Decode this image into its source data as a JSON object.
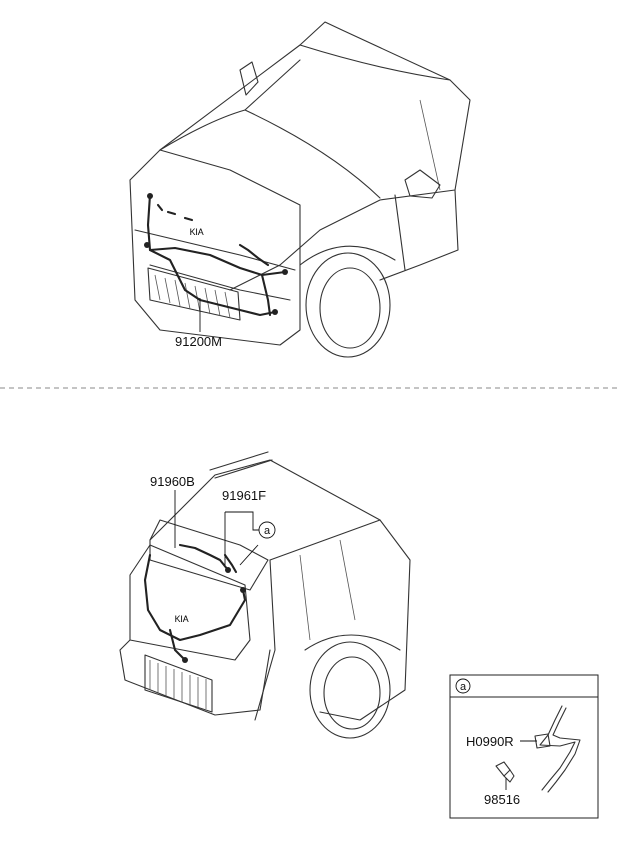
{
  "parts": {
    "front_harness": "91200M",
    "tailgate_harness": "91960B",
    "tailgate_extension": "91961F",
    "grommet": "H0990R",
    "clip": "98516"
  },
  "callouts": {
    "ref_marker": "a",
    "detail_marker": "a"
  }
}
